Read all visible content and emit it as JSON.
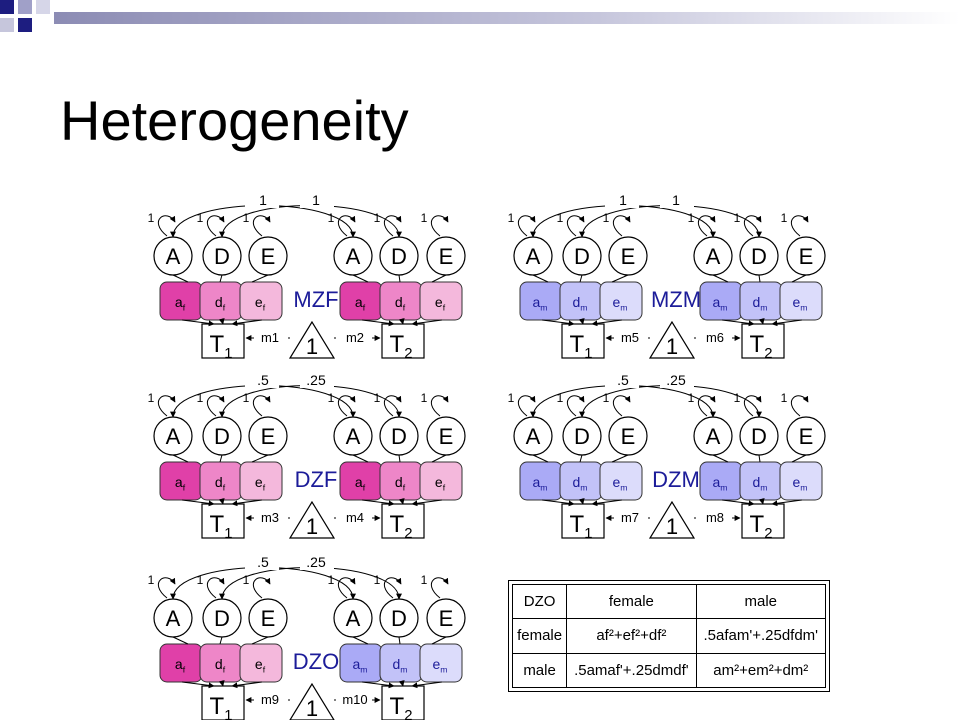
{
  "title": "Heterogeneity",
  "colors": {
    "female_dark": "#e040a8",
    "female_mid": "#ee86c8",
    "female_light": "#f4b8dc",
    "male_dark": "#aaaaf6",
    "male_mid": "#c2c2f8",
    "male_light": "#dcdcfb",
    "label_text": "#1c1c99"
  },
  "variance_labels": {
    "a": "a",
    "d": "d",
    "e": "e",
    "female_sub": "f",
    "male_sub": "m"
  },
  "panels": [
    {
      "group": "MZF",
      "c1": ".",
      "c2": "1",
      "c3": "1",
      "sexes": [
        "female",
        "female"
      ],
      "m_left": "m1",
      "m_right": "m2"
    },
    {
      "group": "MZM",
      "c1": ".",
      "c2": "1",
      "c3": "1",
      "sexes": [
        "male",
        "male"
      ],
      "m_left": "m5",
      "m_right": "m6"
    },
    {
      "group": "DZF",
      "c1": ".",
      "c2": ".5",
      "c3": ".25",
      "sexes": [
        "female",
        "female"
      ],
      "m_left": "m3",
      "m_right": "m4"
    },
    {
      "group": "DZM",
      "c1": ".",
      "c2": ".5",
      "c3": ".25",
      "sexes": [
        "male",
        "male"
      ],
      "m_left": "m7",
      "m_right": "m8"
    },
    {
      "group": "DZO",
      "c1": ".",
      "c2": ".5",
      "c3": ".25",
      "sexes": [
        "female",
        "male"
      ],
      "m_left": "m9",
      "m_right": "m10"
    }
  ],
  "node_labels": {
    "A": "A",
    "D": "D",
    "E": "E",
    "T": "T",
    "T1_sub": "1",
    "T2_sub": "2",
    "mean": "1",
    "self_path": "1"
  },
  "table": {
    "header": [
      "DZO",
      "female",
      "male"
    ],
    "row_labels": [
      "female",
      "male"
    ],
    "cells": {
      "female_female": "af²+ef²+df²",
      "female_male": ".5afam'+.25dfdm'",
      "male_female": ".5amaf'+.25dmdf'",
      "male_male": "am²+em²+dm²"
    }
  }
}
